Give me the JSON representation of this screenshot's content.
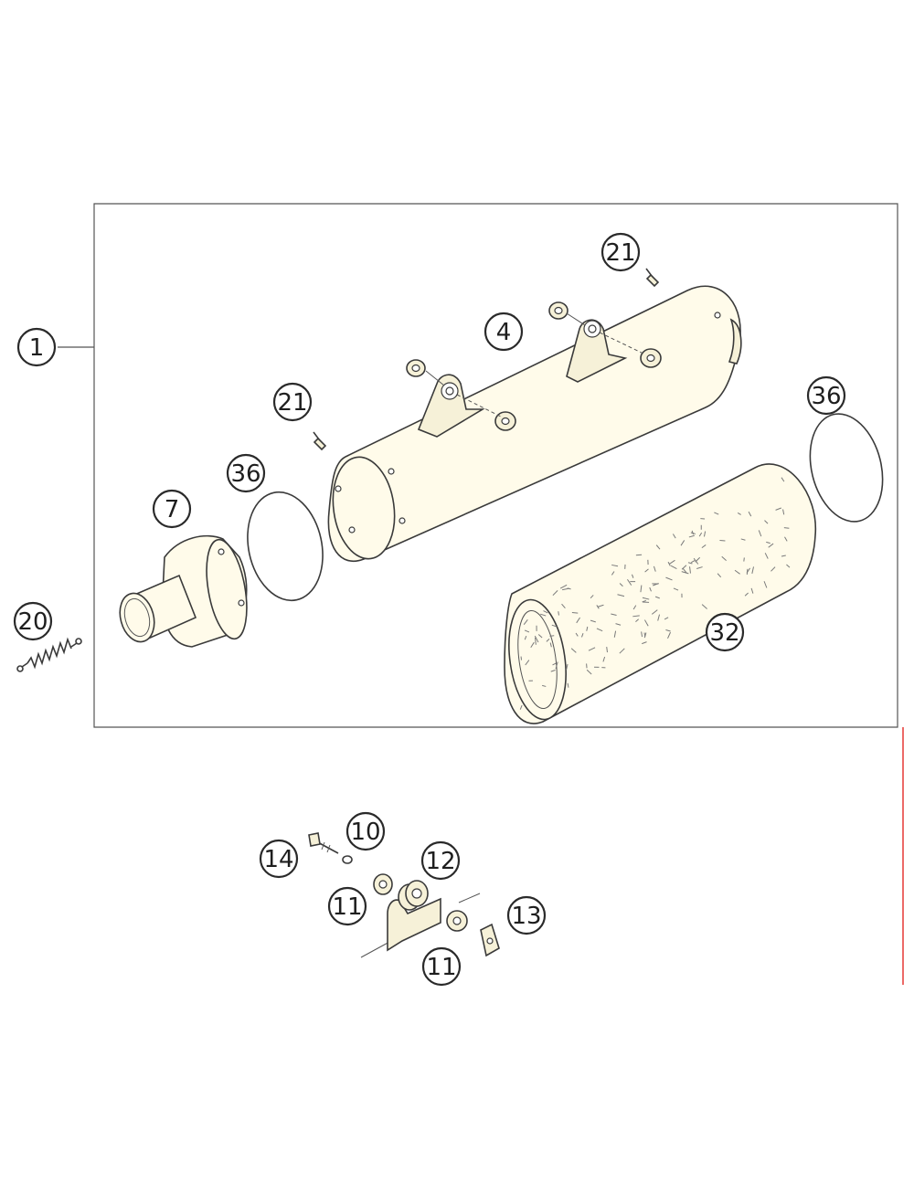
{
  "callouts": [
    {
      "id": "c1",
      "label": "1"
    },
    {
      "id": "c4",
      "label": "4"
    },
    {
      "id": "c7",
      "label": "7"
    },
    {
      "id": "c10",
      "label": "10"
    },
    {
      "id": "c11a",
      "label": "11"
    },
    {
      "id": "c11b",
      "label": "11"
    },
    {
      "id": "c12",
      "label": "12"
    },
    {
      "id": "c13",
      "label": "13"
    },
    {
      "id": "c14",
      "label": "14"
    },
    {
      "id": "c20",
      "label": "20"
    },
    {
      "id": "c21a",
      "label": "21"
    },
    {
      "id": "c21b",
      "label": "21"
    },
    {
      "id": "c32",
      "label": "32"
    },
    {
      "id": "c36a",
      "label": "36"
    },
    {
      "id": "c36b",
      "label": "36"
    }
  ],
  "colors": {
    "line": "#3a3a3a",
    "part_fill": "#fffbea",
    "accent_line": "#e53935"
  }
}
